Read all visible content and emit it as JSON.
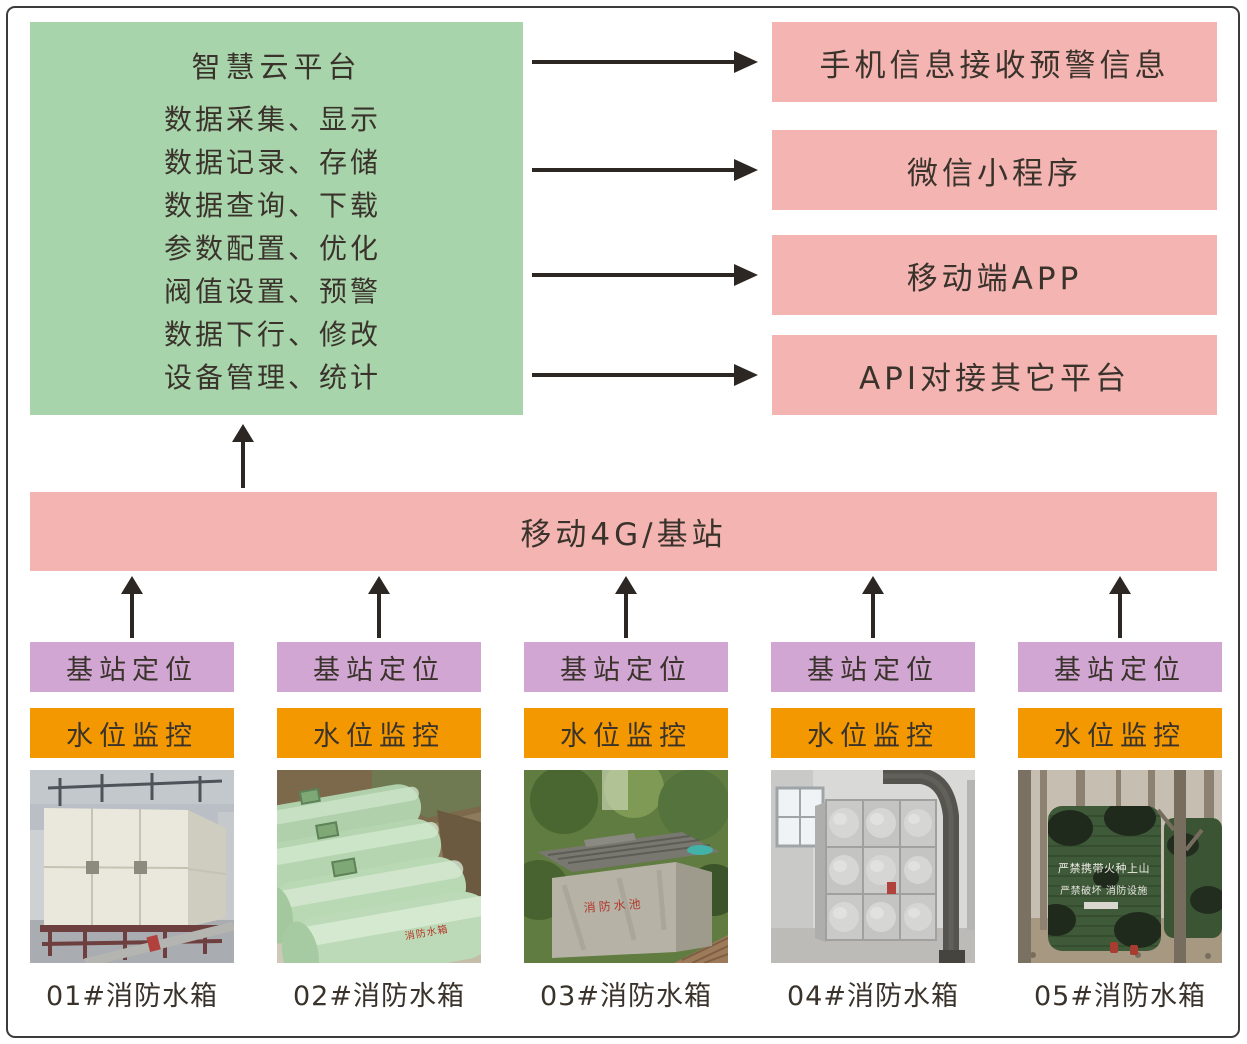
{
  "platform": {
    "title": "智慧云平台",
    "features": [
      "数据采集、显示",
      "数据记录、存储",
      "数据查询、下载",
      "参数配置、优化",
      "阀值设置、预警",
      "数据下行、修改",
      "设备管理、统计"
    ]
  },
  "outputs": [
    {
      "label": "手机信息接收预警信息"
    },
    {
      "label": "微信小程序"
    },
    {
      "label": "移动端APP"
    },
    {
      "label": "API对接其它平台"
    }
  ],
  "network": {
    "label": "移动4G/基站"
  },
  "stations": [
    {
      "positioning": "基站定位",
      "monitoring": "水位监控",
      "label": "01#消防水箱",
      "photo": "frp-sectional-tank-on-rooftop"
    },
    {
      "positioning": "基站定位",
      "monitoring": "水位监控",
      "label": "02#消防水箱",
      "photo": "green-frp-horizontal-tanks-in-pit",
      "photo_text": "消防水箱"
    },
    {
      "positioning": "基站定位",
      "monitoring": "水位监控",
      "label": "03#消防水箱",
      "photo": "concrete-fire-water-pool",
      "photo_text": "消防水池"
    },
    {
      "positioning": "基站定位",
      "monitoring": "水位监控",
      "label": "04#消防水箱",
      "photo": "stainless-steel-panel-tank-indoor"
    },
    {
      "positioning": "基站定位",
      "monitoring": "水位监控",
      "label": "05#消防水箱",
      "photo": "camouflage-cylindrical-tanks-in-forest",
      "photo_text_line1": "严禁携带火种上山",
      "photo_text_line2": "严禁破坏 消防设施"
    }
  ],
  "colors": {
    "platform_green": "#a8d4ab",
    "output_pink": "#f4b5b2",
    "positioning_purple": "#d2a6d3",
    "monitoring_orange": "#f39800",
    "text_dark": "#3a332c",
    "arrow_black": "#2d2723"
  }
}
